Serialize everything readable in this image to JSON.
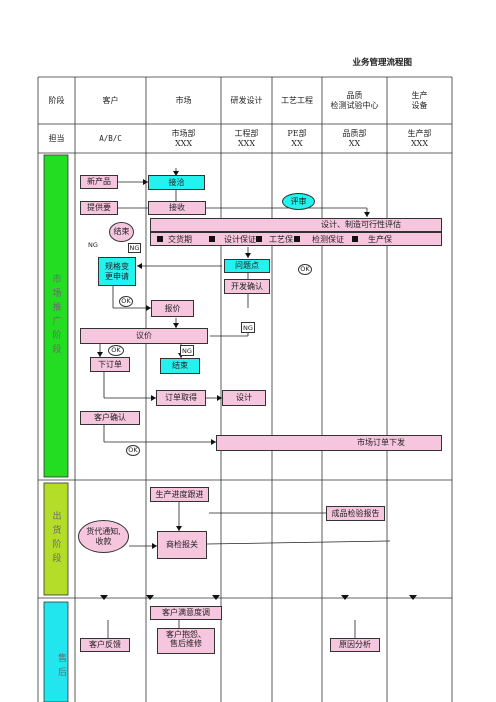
{
  "title": "业务管理流程图",
  "header": {
    "row1": [
      "阶段",
      "客户",
      "市场",
      "研发设计",
      "工艺工程",
      "品质\n检测试验中心",
      "生产\n设备"
    ],
    "row2": [
      "担当",
      "A/B/C",
      "市场部\nXXX",
      "工程部\nXXX",
      "PE部\nXX",
      "品质部\nXX",
      "生产部\nXXX"
    ]
  },
  "stages": [
    "市场推广阶段",
    "出货阶段",
    "售后"
  ],
  "nodes": {
    "new_product": "新产品",
    "provide_req": "提供要",
    "receive_req": "接洽",
    "receive": "接收",
    "review": "评审",
    "end1": "结束",
    "design_eval": "设计、制造可行性评估",
    "spec_change": "规格变\n更申请",
    "issue_point": "问题点",
    "dev_confirm": "开发确认",
    "quote": "报价",
    "negotiate": "议价",
    "place_order": "下订单",
    "end2": "结束",
    "order_obtain": "订单取得",
    "design": "设计",
    "cust_confirm": "客户确认",
    "market_order": "市场订单下发",
    "prod_follow": "生产进度跟进",
    "finished_report": "成品检验报告",
    "ship_notice": "货代通知,\n收款",
    "inspection": "商检报关",
    "satisfaction": "客户满意度调",
    "complaint": "客户抱怨、\n售后维修",
    "customer_fb": "客户反馈",
    "cause_analysis": "原因分析"
  },
  "eval_items": [
    "交货期",
    "设计保证",
    "工艺保",
    "检测保证",
    "生产保"
  ],
  "labels": {
    "ok": "OK",
    "ng": "NG"
  }
}
